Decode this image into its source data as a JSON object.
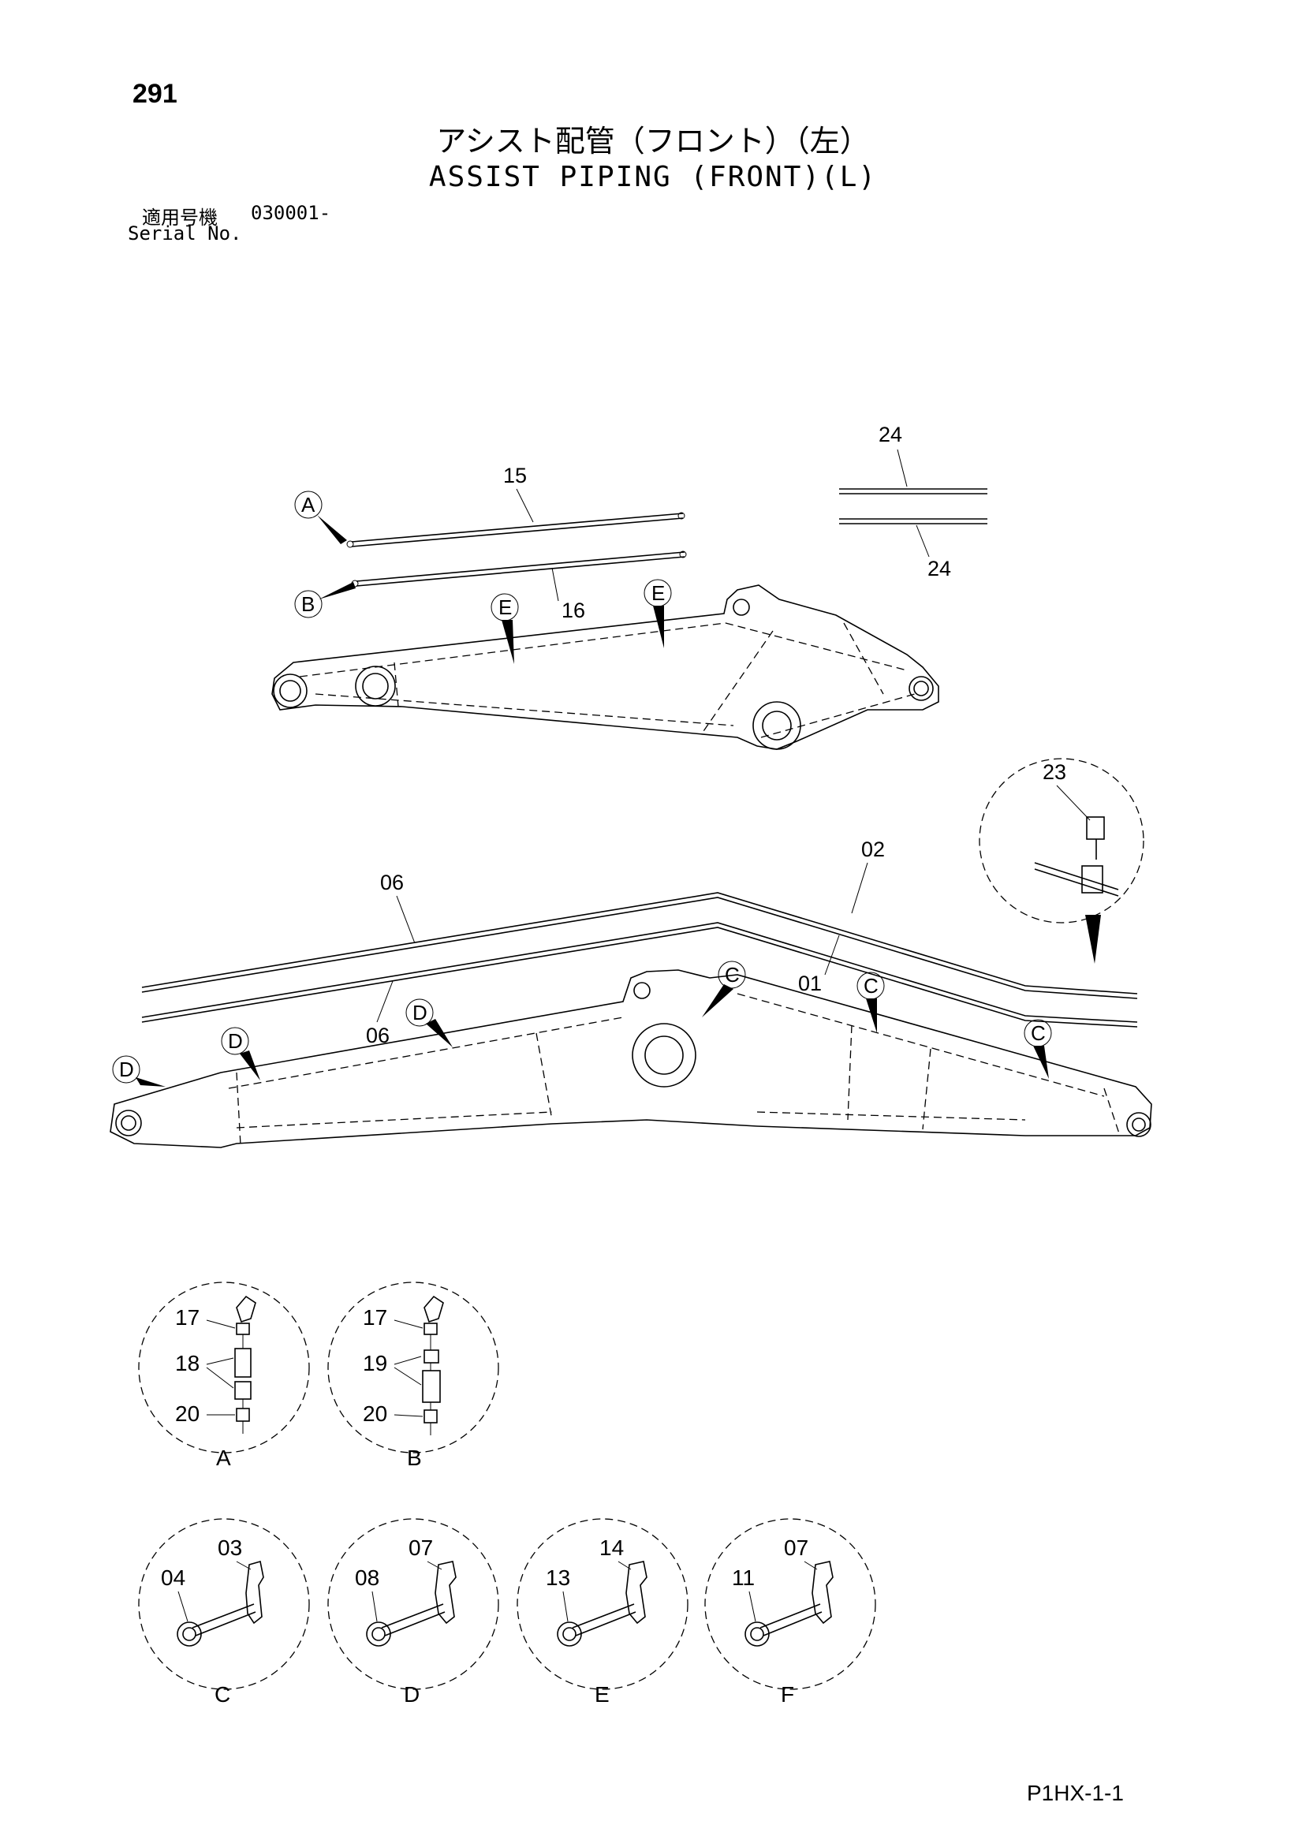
{
  "header": {
    "page_number": "291",
    "title_jp": "アシスト配管（フロント）（左）",
    "title_en": "ASSIST PIPING (FRONT)(L)",
    "serial_label_jp": "適用号機",
    "serial_value": "030001-",
    "serial_label_en": "Serial No."
  },
  "callouts": {
    "A": "A",
    "B": "B",
    "C": "C",
    "D": "D",
    "E": "E",
    "F": "F"
  },
  "part_numbers": {
    "p01": "01",
    "p02": "02",
    "p03": "03",
    "p04": "04",
    "p06": "06",
    "p07": "07",
    "p08": "08",
    "p11": "11",
    "p13": "13",
    "p14": "14",
    "p15": "15",
    "p16": "16",
    "p17": "17",
    "p18": "18",
    "p19": "19",
    "p20": "20",
    "p23": "23",
    "p24": "24"
  },
  "footer": {
    "code": "P1HX-1-1"
  }
}
